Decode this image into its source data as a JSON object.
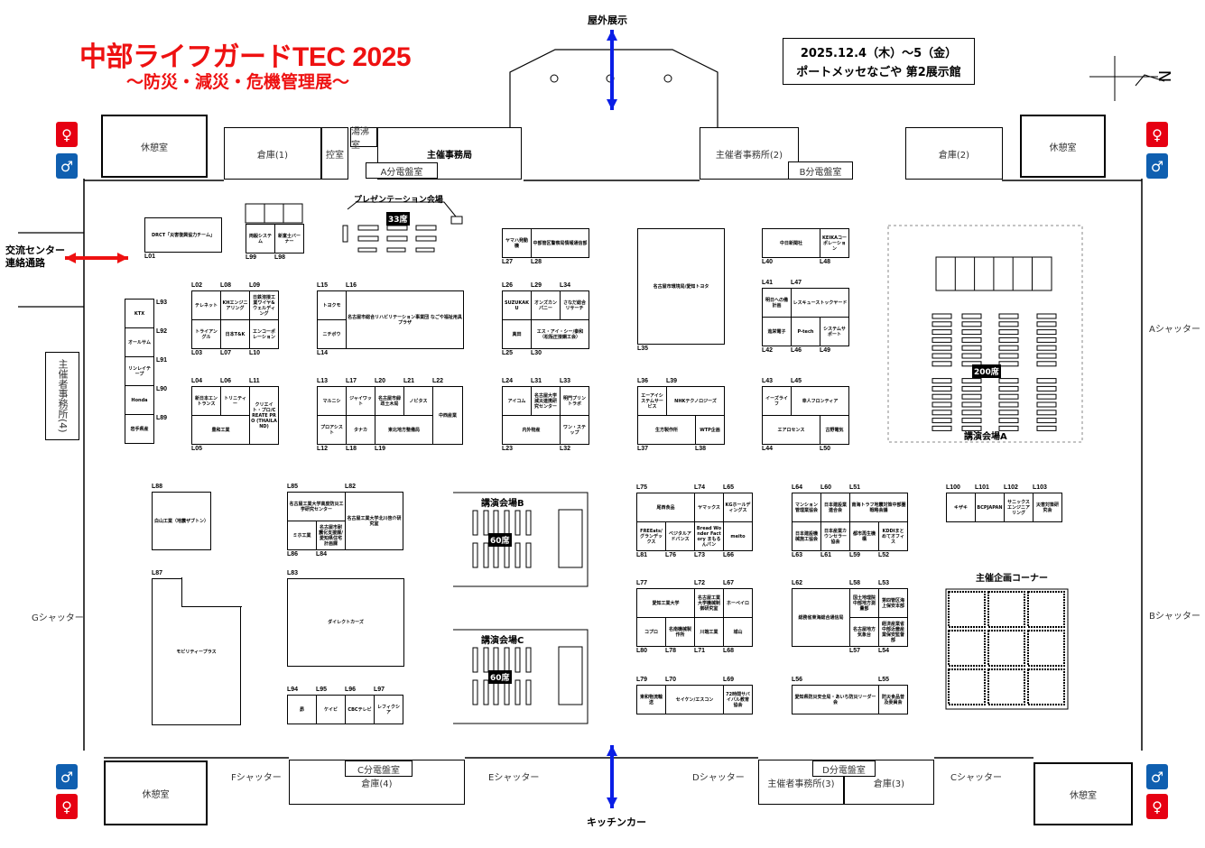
{
  "header": {
    "title": "中部ライフガードTEC 2025",
    "subtitle": "～防災・減災・危機管理展～",
    "date": "2025.12.4（木）～5（金）",
    "venue": "ポートメッセなごや 第2展示館"
  },
  "directions": {
    "outdoor": "屋外展示",
    "kitchen_car": "キッチンカー",
    "corridor": "交流センター\n連絡通路",
    "arrow_blue": "#0a1ee6",
    "arrow_red": "#ee1111"
  },
  "venues": {
    "presentation": "プレゼンテーション会場",
    "presentation_seats": "33席",
    "hall_a": "講演会場A",
    "hall_a_seats": "200席",
    "hall_b": "講演会場B",
    "hall_b_seats": "60席",
    "hall_c": "講演会場C",
    "hall_c_seats": "60席",
    "organizer_corner": "主催企画コーナー"
  },
  "rooms": [
    {
      "label": "休憩室"
    },
    {
      "label": "倉庫(1)"
    },
    {
      "label": "控室"
    },
    {
      "label": "湯沸室"
    },
    {
      "label": "主催事務局"
    },
    {
      "label": "A分電盤室"
    },
    {
      "label": "主催者事務所(2)"
    },
    {
      "label": "B分電盤室"
    },
    {
      "label": "倉庫(2)"
    },
    {
      "label": "休憩室"
    },
    {
      "label": "主催者事務所(4)"
    },
    {
      "label": "休憩室"
    },
    {
      "label": "倉庫(4)"
    },
    {
      "label": "C分電盤室"
    },
    {
      "label": "主催者事務所(3)"
    },
    {
      "label": "D分電盤室"
    },
    {
      "label": "倉庫(3)"
    },
    {
      "label": "休憩室"
    }
  ],
  "shutters": [
    "Aシャッター",
    "Bシャッター",
    "Cシャッター",
    "Dシャッター",
    "Eシャッター",
    "Fシャッター",
    "Gシャッター"
  ],
  "toilet_colors": {
    "female": "#e60012",
    "male": "#0f5fb0"
  },
  "compass": "N",
  "booths": [
    {
      "code": "L01",
      "name": "DRCT「災害復興協力チーム」"
    },
    {
      "code": "L99",
      "name": "両毅システム"
    },
    {
      "code": "L98",
      "name": "新富士バーナー"
    },
    {
      "code": "L93",
      "name": "KTX"
    },
    {
      "code": "L92",
      "name": "オールサム"
    },
    {
      "code": "L91",
      "name": "リンレイテープ"
    },
    {
      "code": "L90",
      "name": "Honda"
    },
    {
      "code": "L89",
      "name": "岩手県産"
    },
    {
      "code": "L02",
      "name": "テレネット"
    },
    {
      "code": "L08",
      "name": "KHエンジニアリング"
    },
    {
      "code": "L09",
      "name": "日鉄溶接工業ワイヤ&ウェルディング"
    },
    {
      "code": "L03",
      "name": "トライアングル"
    },
    {
      "code": "L07",
      "name": "日本T&K"
    },
    {
      "code": "L10",
      "name": "エンコーポレーション"
    },
    {
      "code": "L15",
      "name": "トヨクモ"
    },
    {
      "code": "L16",
      "name": "名古屋市総合リハビリテーション事業団 なごや福祉用具プラザ"
    },
    {
      "code": "L14",
      "name": "ニチボウ"
    },
    {
      "code": "L04",
      "name": "新日本エントランス"
    },
    {
      "code": "L06",
      "name": "トリニティー"
    },
    {
      "code": "L11",
      "name": "クリエイト・プロ/CREATE PRO (THAILAND)"
    },
    {
      "code": "L05",
      "name": "豊和工業"
    },
    {
      "code": "L13",
      "name": "マルニシ"
    },
    {
      "code": "L17",
      "name": "ジャイワット"
    },
    {
      "code": "L20",
      "name": "名古屋市緑政土木局"
    },
    {
      "code": "L21",
      "name": "ノビタス"
    },
    {
      "code": "L22",
      "name": "中西産業"
    },
    {
      "code": "L12",
      "name": "プロアシスト"
    },
    {
      "code": "L18",
      "name": "タナカ"
    },
    {
      "code": "L19",
      "name": "東北地方整備局"
    },
    {
      "code": "L27",
      "name": "ヤマハ発動機"
    },
    {
      "code": "L28",
      "name": "中部管区警察局情報通信部"
    },
    {
      "code": "L26",
      "name": "SUZUKAKU"
    },
    {
      "code": "L29",
      "name": "オンズカンパニー"
    },
    {
      "code": "L34",
      "name": "さなだ総合リサーチ"
    },
    {
      "code": "L25",
      "name": "真田"
    },
    {
      "code": "L30",
      "name": "エス・アイ・シー/秦和（松阪圧接鋼工会）"
    },
    {
      "code": "L35",
      "name": "名古屋市環境局/愛知トヨタ"
    },
    {
      "code": "L40",
      "name": "中日新聞社"
    },
    {
      "code": "L48",
      "name": "KEIKAコーポレーション"
    },
    {
      "code": "L41",
      "name": "明日への備計画"
    },
    {
      "code": "L47",
      "name": "レスキューストックヤード"
    },
    {
      "code": "L42",
      "name": "進栄電子"
    },
    {
      "code": "L46",
      "name": "P-tech"
    },
    {
      "code": "L49",
      "name": "システムサポート"
    },
    {
      "code": "L24",
      "name": "アイコム"
    },
    {
      "code": "L31",
      "name": "名古屋大学減災連携研究センター"
    },
    {
      "code": "L33",
      "name": "明門プリントラボ"
    },
    {
      "code": "L23",
      "name": "内外物産"
    },
    {
      "code": "L32",
      "name": "ワン・ステップ"
    },
    {
      "code": "L36",
      "name": "エーアイシステムサービス"
    },
    {
      "code": "L39",
      "name": "NHKテクノロジーズ"
    },
    {
      "code": "L37",
      "name": "生方製作所"
    },
    {
      "code": "L38",
      "name": "WTP企画"
    },
    {
      "code": "L43",
      "name": "イーズライフ"
    },
    {
      "code": "L45",
      "name": "幸人フロンティア"
    },
    {
      "code": "L44",
      "name": "エアロセンス"
    },
    {
      "code": "L50",
      "name": "古野電気"
    },
    {
      "code": "L88",
      "name": "白山工業（地震ザブトン）"
    },
    {
      "code": "L87",
      "name": "モビリティープラス"
    },
    {
      "code": "L85",
      "name": "名古屋工業大学高度防災工学研究センター"
    },
    {
      "code": "L82",
      "name": "名古屋工業大学北川啓介研究室"
    },
    {
      "code": "L86",
      "name": "ミホ工業"
    },
    {
      "code": "L84",
      "name": "名古屋市耐震化支援課/愛知県住宅計画課"
    },
    {
      "code": "L83",
      "name": "ダイレクトカーズ"
    },
    {
      "code": "L94",
      "name": "昴"
    },
    {
      "code": "L95",
      "name": "ケイビ"
    },
    {
      "code": "L96",
      "name": "CBCテレビ"
    },
    {
      "code": "L97",
      "name": "レフィクシア"
    },
    {
      "code": "L75",
      "name": "尾西食品"
    },
    {
      "code": "L74",
      "name": "ヤマックス"
    },
    {
      "code": "L65",
      "name": "KGホールディングス"
    },
    {
      "code": "L81",
      "name": "FREEats/グランデックス"
    },
    {
      "code": "L76",
      "name": "ベジタルアドバンス"
    },
    {
      "code": "L73",
      "name": "Bread Wonder Factory まもるんパン"
    },
    {
      "code": "L66",
      "name": "meito"
    },
    {
      "code": "L64",
      "name": "マンション管理業協会"
    },
    {
      "code": "L60",
      "name": "日本建設業連合会"
    },
    {
      "code": "L51",
      "name": "南海トラフ地震対策中部圏戦略会議"
    },
    {
      "code": "L63",
      "name": "日本建設機械施工協会"
    },
    {
      "code": "L61",
      "name": "日本産業カウンセラー協会"
    },
    {
      "code": "L59",
      "name": "都市再生機構"
    },
    {
      "code": "L52",
      "name": "KDDIまとめてオフィス"
    },
    {
      "code": "L77",
      "name": "愛知工業大学"
    },
    {
      "code": "L72",
      "name": "名古屋工業大学機械制御研究室"
    },
    {
      "code": "L67",
      "name": "ホーペイロ"
    },
    {
      "code": "L80",
      "name": "コプロ"
    },
    {
      "code": "L78",
      "name": "名南機械製作所"
    },
    {
      "code": "L71",
      "name": "川端工業"
    },
    {
      "code": "L68",
      "name": "城山"
    },
    {
      "code": "L62",
      "name": "総務省東海総合通信局"
    },
    {
      "code": "L58",
      "name": "国土地理院中部地方測量部"
    },
    {
      "code": "L53",
      "name": "第四管区海上保安本部"
    },
    {
      "code": "L57",
      "name": "名古屋地方気象台"
    },
    {
      "code": "L54",
      "name": "経済産業省中部近畿産業保安監督部"
    },
    {
      "code": "L79",
      "name": "東和物流輸送"
    },
    {
      "code": "L70",
      "name": "セイケン/エスコン"
    },
    {
      "code": "L69",
      "name": "72時間サバイバル教育協会"
    },
    {
      "code": "L56",
      "name": "愛知県防災安全局・あいち防災リーダー会"
    },
    {
      "code": "L55",
      "name": "防災食品普及委員会"
    },
    {
      "code": "L100",
      "name": "キザキ"
    },
    {
      "code": "L101",
      "name": "BCPJAPAN"
    },
    {
      "code": "L102",
      "name": "サニックスエンジニアリング"
    },
    {
      "code": "L103",
      "name": "災害対策研究会"
    }
  ]
}
